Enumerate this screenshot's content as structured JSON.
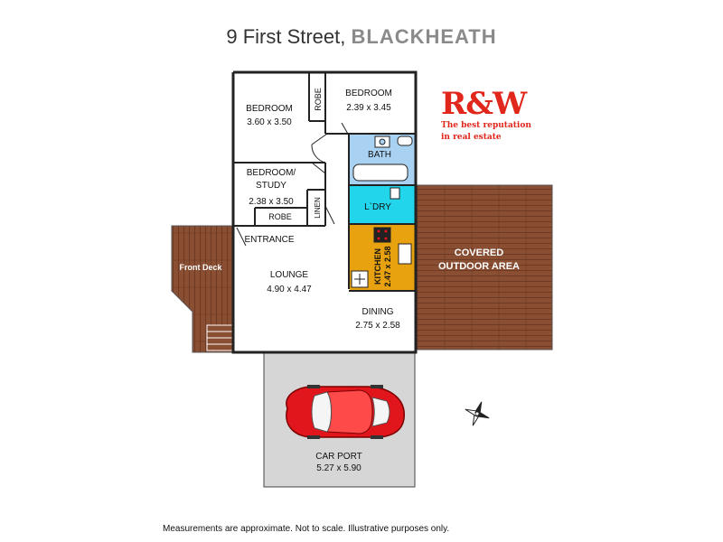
{
  "header": {
    "address": "9 First Street, ",
    "suburb": "BLACKHEATH"
  },
  "brand": {
    "logo_text": "R&W",
    "tagline_line1": "The best reputation",
    "tagline_line2": "in real estate",
    "color": "#e1261c"
  },
  "rooms": {
    "bedroom1": {
      "name": "BEDROOM",
      "size": "3.60 x 3.50"
    },
    "bedroom2": {
      "name": "BEDROOM",
      "size": "2.39 x 3.45"
    },
    "bedroom_study": {
      "name_line1": "BEDROOM/",
      "name_line2": "STUDY",
      "size": "2.38 x 3.50"
    },
    "robe1": "ROBE",
    "robe2": "ROBE",
    "linen": "LINEN",
    "bath": "BATH",
    "laundry": "L`DRY",
    "kitchen": {
      "name": "KITCHEN",
      "size": "2.47 x 2.58"
    },
    "entrance": "ENTRANCE",
    "lounge": {
      "name": "LOUNGE",
      "size": "4.90 x 4.47"
    },
    "dining": {
      "name": "DINING",
      "size": "2.75 x 2.58"
    },
    "front_deck": "Front Deck",
    "covered_outdoor": {
      "line1": "COVERED",
      "line2": "OUTDOOR AREA"
    },
    "car_port": {
      "name": "CAR PORT",
      "size": "5.27 x 5.90"
    }
  },
  "colors": {
    "bath_fill": "#a9d2f2",
    "laundry_fill": "#22d5ea",
    "kitchen_fill": "#e9a20f",
    "deck_fill": "#8a4e33",
    "carport_fill": "#d6d6d6",
    "car_fill": "#e0161c",
    "wall": "#222222"
  },
  "footer": {
    "disclaimer": "Measurements are approximate. Not to scale. Illustrative purposes only."
  }
}
